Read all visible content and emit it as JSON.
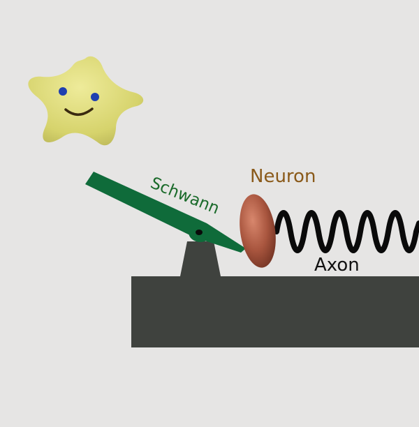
{
  "labels": {
    "schwann": "Schwann",
    "neuron": "Neuron",
    "axon": "Axon"
  },
  "colors": {
    "background": "#e6e5e4",
    "base": "#3f423e",
    "lever": "#0f6b3a",
    "schwann_text": "#1a6a2a",
    "neuron_text": "#8a5a1a",
    "axon_text": "#111111",
    "star": "#d6d36c",
    "star_eyes": "#1f3fb0",
    "neuron_body": "#a8553e",
    "spring": "#0a0a0a"
  },
  "icons": {
    "character": "smiling-star-icon",
    "eyes": "eye-icon",
    "mouth": "smile-icon"
  }
}
